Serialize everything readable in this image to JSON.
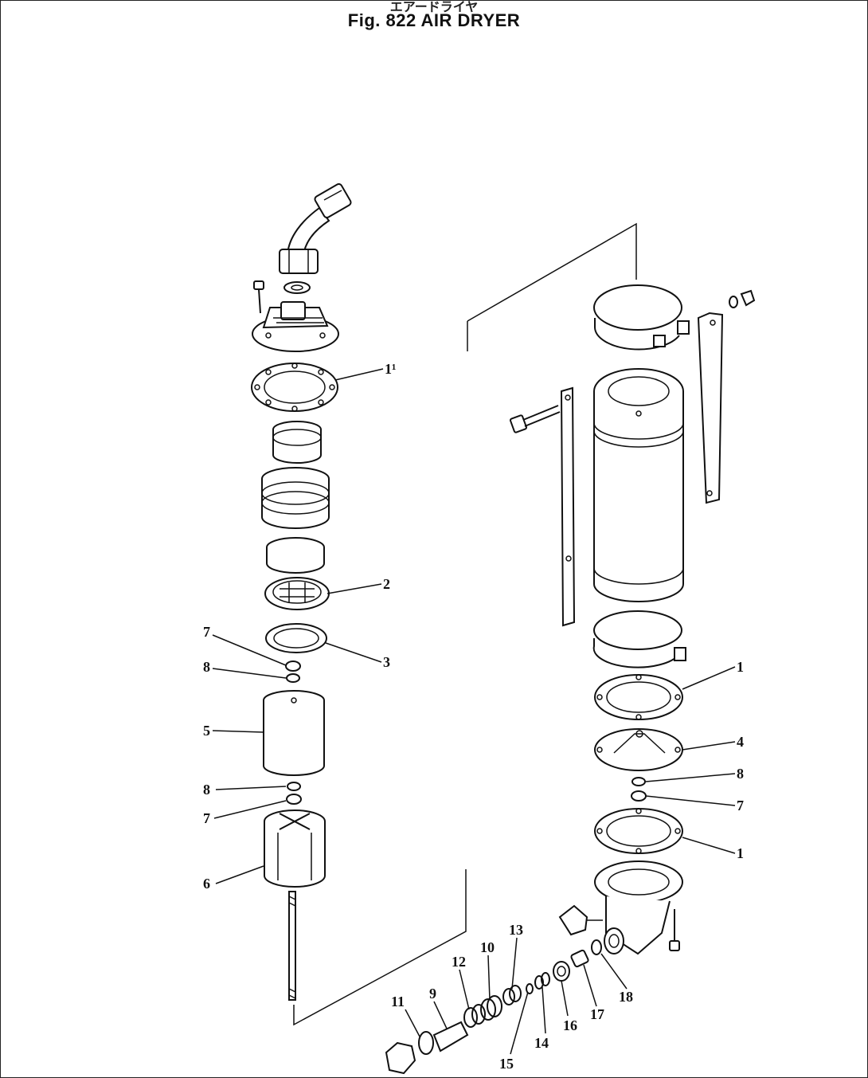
{
  "header": {
    "subtitle": "エアードライヤ",
    "title": "Fig. 822   AIR DRYER"
  },
  "callouts": [
    {
      "id": "c1p",
      "text": "1¹"
    },
    {
      "id": "c2",
      "text": "2"
    },
    {
      "id": "c3",
      "text": "3"
    },
    {
      "id": "c7l",
      "text": "7"
    },
    {
      "id": "c8l",
      "text": "8"
    },
    {
      "id": "c5",
      "text": "5"
    },
    {
      "id": "c8l2",
      "text": "8"
    },
    {
      "id": "c7l2",
      "text": "7"
    },
    {
      "id": "c6",
      "text": "6"
    },
    {
      "id": "c1a",
      "text": "1"
    },
    {
      "id": "c4",
      "text": "4"
    },
    {
      "id": "c8r",
      "text": "8"
    },
    {
      "id": "c7r",
      "text": "7"
    },
    {
      "id": "c1b",
      "text": "1"
    },
    {
      "id": "c13",
      "text": "13"
    },
    {
      "id": "c10",
      "text": "10"
    },
    {
      "id": "c12",
      "text": "12"
    },
    {
      "id": "c9",
      "text": "9"
    },
    {
      "id": "c11",
      "text": "11"
    },
    {
      "id": "c15",
      "text": "15"
    },
    {
      "id": "c14",
      "text": "14"
    },
    {
      "id": "c16",
      "text": "16"
    },
    {
      "id": "c17",
      "text": "17"
    },
    {
      "id": "c18",
      "text": "18"
    }
  ]
}
